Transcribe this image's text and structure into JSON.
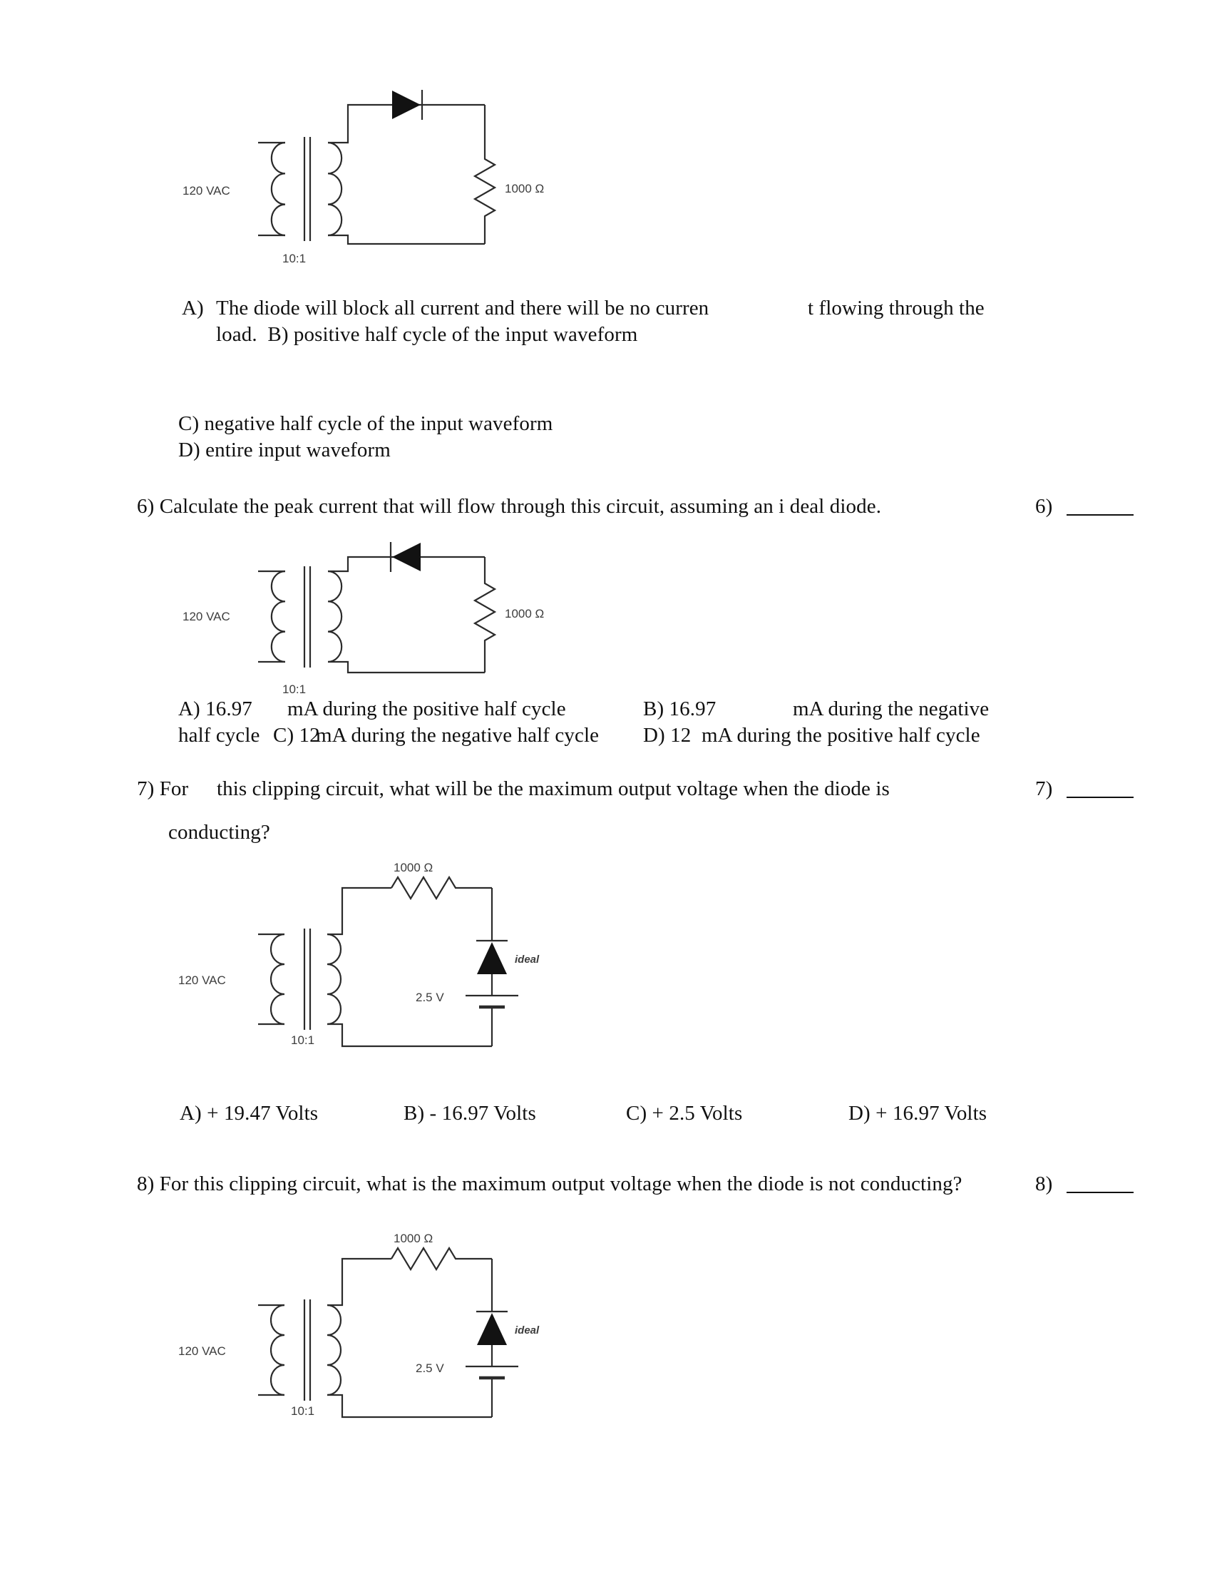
{
  "q5_options": {
    "a_label": "A)",
    "a_text_1": "The diode will block all current and there will be no curren",
    "a_text_2": "t flowing through the",
    "ab_line2": "load.  B) positive half cycle of the input waveform",
    "c": "C) negative half cycle of the input waveform",
    "d": "D) entire input waveform"
  },
  "q6": {
    "prompt": "6) Calculate the peak current that will flow through this circuit, assuming an i deal diode.",
    "answer_label": "6)",
    "opt_a1": "A) 16.97",
    "opt_a2": "mA during the positive half cycle",
    "opt_b1": "B) 16.97",
    "opt_b2": "mA during the negative",
    "opt_cont": "half cycle",
    "opt_c1": "C) 12",
    "opt_c2": "mA during the negative half cycle",
    "opt_d1": "D) 12",
    "opt_d2": "mA during the positive half cycle"
  },
  "q7": {
    "prompt_1": "7) For",
    "prompt_2": "this clipping circuit, what will be the maximum output voltage when the diode is",
    "prompt_line2": "conducting?",
    "answer_label": "7)",
    "opt_a": "A) + 19.47 Volts",
    "opt_b": "B) - 16.97 Volts",
    "opt_c": "C) + 2.5 Volts",
    "opt_d": "D) + 16.97 Volts"
  },
  "q8": {
    "prompt": "8) For this clipping circuit, what is the maximum output voltage when the diode is not conducting?",
    "answer_label": "8)"
  },
  "rectifier1": {
    "source": "120 VAC",
    "ratio": "10:1",
    "resistor": "1000 Ω"
  },
  "rectifier2": {
    "source": "120 VAC",
    "ratio": "10:1",
    "resistor": "1000 Ω"
  },
  "clipper1": {
    "source": "120 VAC",
    "ratio": "10:1",
    "resistor": "1000 Ω",
    "battery": "2.5 V",
    "diode_label": "ideal"
  },
  "clipper2": {
    "source": "120 VAC",
    "ratio": "10:1",
    "resistor": "1000 Ω",
    "battery": "2.5 V",
    "diode_label": "ideal"
  }
}
